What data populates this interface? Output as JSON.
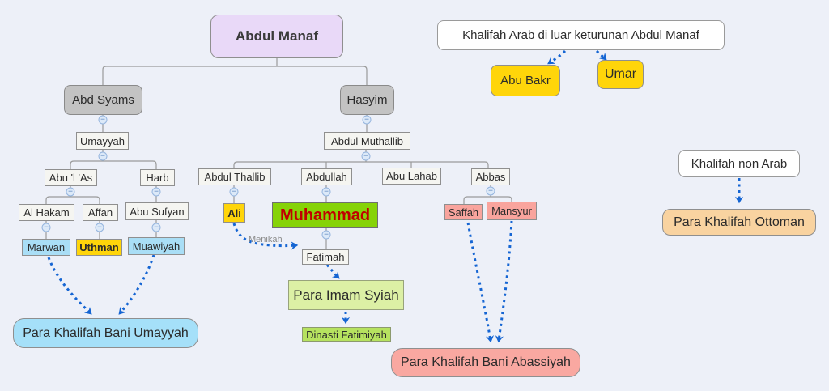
{
  "ui": {
    "collapse_glyph": "−"
  },
  "colors": {
    "background": "#edf0f8",
    "root_purple": "#e9d9f8",
    "branch_gray": "#c3c3c3",
    "umayyah_blue": "#a5e0f9",
    "abbasiyah_salmon": "#f9a8a1",
    "caliph_yellow": "#ffd50a",
    "muhammad_green": "#86d307",
    "muhammad_text_red": "#c00000",
    "syiah_green": "#dcf0a5",
    "fatimiyah_green": "#b6e25f",
    "ottoman_peach": "#f9d3a0",
    "arrow_blue": "#1565d3",
    "tree_line_gray": "#9a9a9a"
  },
  "nodes": {
    "abdul_manaf": {
      "label": "Abdul Manaf"
    },
    "abd_syams": {
      "label": "Abd Syams"
    },
    "hasyim": {
      "label": "Hasyim"
    },
    "umayyah": {
      "label": "Umayyah"
    },
    "abdul_muthallib": {
      "label": "Abdul Muthallib"
    },
    "abu_l_as": {
      "label": "Abu 'l 'As"
    },
    "harb": {
      "label": "Harb"
    },
    "al_hakam": {
      "label": "Al Hakam"
    },
    "affan": {
      "label": "Affan"
    },
    "abu_sufyan": {
      "label": "Abu Sufyan"
    },
    "marwan": {
      "label": "Marwan"
    },
    "uthman": {
      "label": "Uthman"
    },
    "muawiyah": {
      "label": "Muawiyah"
    },
    "abdul_thallib": {
      "label": "Abdul Thallib"
    },
    "abdullah": {
      "label": "Abdullah"
    },
    "abu_lahab": {
      "label": "Abu Lahab"
    },
    "abbas": {
      "label": "Abbas"
    },
    "ali": {
      "label": "Ali"
    },
    "muhammad": {
      "label": "Muhammad"
    },
    "fatimah": {
      "label": "Fatimah"
    },
    "saffah": {
      "label": "Saffah"
    },
    "mansyur": {
      "label": "Mansyur"
    },
    "para_khalifah_bani_umayyah": {
      "label": "Para Khalifah Bani Umayyah"
    },
    "para_imam_syiah": {
      "label": "Para Imam Syiah"
    },
    "dinasti_fatimiyah": {
      "label": "Dinasti Fatimiyah"
    },
    "para_khalifah_bani_abassiyah": {
      "label": "Para Khalifah Bani Abassiyah"
    },
    "khalifah_arab_luar": {
      "label": "Khalifah Arab di luar keturunan Abdul Manaf"
    },
    "abu_bakr": {
      "label": "Abu Bakr"
    },
    "umar": {
      "label": "Umar"
    },
    "khalifah_non_arab": {
      "label": "Khalifah non Arab"
    },
    "para_khalifah_ottoman": {
      "label": "Para Khalifah Ottoman"
    }
  },
  "edge_labels": {
    "ali_fatimah": "Menikah"
  },
  "relations": {
    "dotted_arrows": [
      {
        "from": "Marwan",
        "to": "Para Khalifah Bani Umayyah"
      },
      {
        "from": "Muawiyah",
        "to": "Para Khalifah Bani Umayyah"
      },
      {
        "from": "Ali",
        "to": "Fatimah",
        "label": "Menikah"
      },
      {
        "from": "Fatimah",
        "to": "Para Imam Syiah"
      },
      {
        "from": "Para Imam Syiah",
        "to": "Dinasti Fatimiyah"
      },
      {
        "from": "Saffah",
        "to": "Para Khalifah Bani Abassiyah"
      },
      {
        "from": "Mansyur",
        "to": "Para Khalifah Bani Abassiyah"
      },
      {
        "from": "Khalifah Arab di luar keturunan Abdul Manaf",
        "to": "Abu Bakr"
      },
      {
        "from": "Khalifah Arab di luar keturunan Abdul Manaf",
        "to": "Umar"
      },
      {
        "from": "Khalifah non Arab",
        "to": "Para Khalifah Ottoman"
      }
    ]
  }
}
